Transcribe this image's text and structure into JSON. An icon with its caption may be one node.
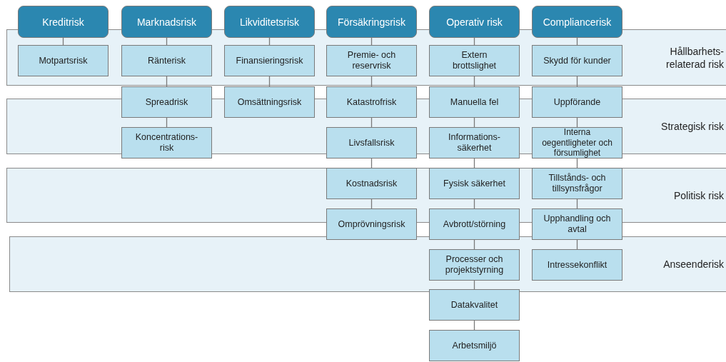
{
  "diagram": {
    "nodes": [
      {
        "text": [
          "Kreditrisk"
        ]
      },
      {
        "text": [
          "Marknadsrisk"
        ]
      },
      {
        "text": [
          "Likviditetsrisk"
        ]
      },
      {
        "text": [
          "Försäkringsrisk"
        ]
      },
      {
        "text": [
          "Operativ risk"
        ]
      },
      {
        "text": [
          "Compliancerisk"
        ]
      },
      {
        "text": [
          "Motpartsrisk"
        ]
      },
      {
        "text": [
          "Ränterisk"
        ]
      },
      {
        "text": [
          "Spreadrisk"
        ]
      },
      {
        "text": [
          "Koncentrations- risk"
        ]
      },
      {
        "text": [
          "Finansieringsrisk"
        ]
      },
      {
        "text": [
          "Omsättningsrisk"
        ]
      },
      {
        "text": [
          "Premie- och reservrisk"
        ]
      },
      {
        "text": [
          "Katastrofrisk"
        ]
      },
      {
        "text": [
          "Livsfallsrisk"
        ]
      },
      {
        "text": [
          "Kostnadsrisk"
        ]
      },
      {
        "text": [
          "Omprövningsrisk"
        ]
      },
      {
        "text": [
          "Extern brottslighet"
        ]
      },
      {
        "text": [
          "Manuella fel"
        ]
      },
      {
        "text": [
          "Informations- säkerhet"
        ]
      },
      {
        "text": [
          "Fysisk säkerhet"
        ]
      },
      {
        "text": [
          "Avbrott/störning"
        ]
      },
      {
        "text": [
          "Processer och projektstyrning"
        ]
      },
      {
        "text": [
          "Datakvalitet"
        ]
      },
      {
        "text": [
          "Arbetsmiljö"
        ]
      },
      {
        "text": [
          "Skydd för kunder"
        ]
      },
      {
        "text": [
          "Uppförande"
        ]
      },
      {
        "text": [
          "Interna oegentligheter och försumlighet"
        ]
      },
      {
        "text": [
          "Tillstånds- och tillsynsfrågor"
        ]
      },
      {
        "text": [
          "Upphandling och avtal"
        ]
      },
      {
        "text": [
          "Intressekonflikt"
        ]
      }
    ],
    "labels": [
      "Hållbarhets- relaterad risk",
      "Strategisk risk",
      "Politisk risk",
      "Anseenderisk"
    ],
    "edges": [
      {
        "from": 0,
        "to": 6,
        "arrow": "none"
      },
      {
        "from": 1,
        "to": 7,
        "arrow": "none"
      },
      {
        "from": 7,
        "to": 8,
        "arrow": "none"
      },
      {
        "from": 8,
        "to": 9,
        "arrow": "none"
      },
      {
        "from": 2,
        "to": 10,
        "arrow": "none"
      },
      {
        "from": 10,
        "to": 11,
        "arrow": "none"
      },
      {
        "from": 3,
        "to": 12,
        "arrow": "none"
      },
      {
        "from": 12,
        "to": 13,
        "arrow": "none"
      },
      {
        "from": 13,
        "to": 14,
        "arrow": "none"
      },
      {
        "from": 14,
        "to": 15,
        "arrow": "none"
      },
      {
        "from": 15,
        "to": 16,
        "arrow": "none"
      },
      {
        "from": 4,
        "to": 17,
        "arrow": "none"
      },
      {
        "from": 17,
        "to": 18,
        "arrow": "none"
      },
      {
        "from": 18,
        "to": 19,
        "arrow": "none"
      },
      {
        "from": 19,
        "to": 20,
        "arrow": "none"
      },
      {
        "from": 20,
        "to": 21,
        "arrow": "none"
      },
      {
        "from": 21,
        "to": 22,
        "arrow": "none"
      },
      {
        "from": 22,
        "to": 23,
        "arrow": "none"
      },
      {
        "from": 23,
        "to": 24,
        "arrow": "none"
      },
      {
        "from": 5,
        "to": 25,
        "arrow": "none"
      },
      {
        "from": 25,
        "to": 26,
        "arrow": "none"
      },
      {
        "from": 26,
        "to": 27,
        "arrow": "none"
      },
      {
        "from": 27,
        "to": 28,
        "arrow": "none"
      },
      {
        "from": 28,
        "to": 29,
        "arrow": "none"
      },
      {
        "from": 29,
        "to": 30,
        "arrow": "none"
      }
    ]
  }
}
